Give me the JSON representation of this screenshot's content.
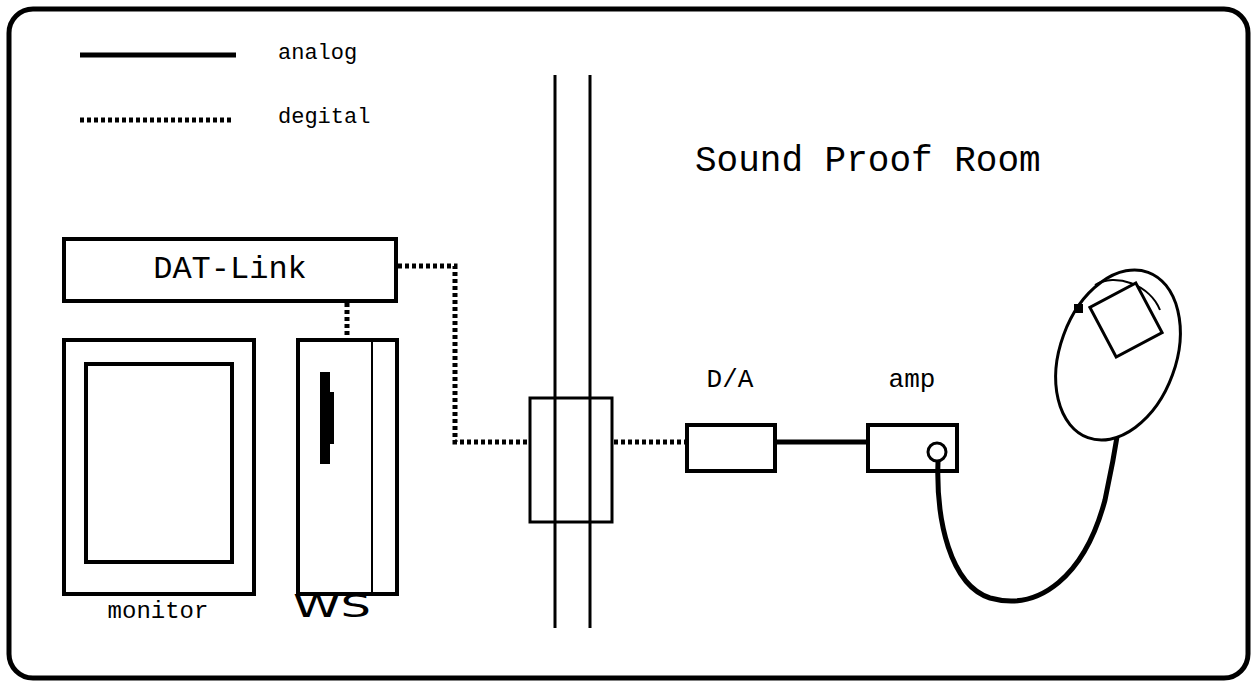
{
  "diagram": {
    "nodes": [
      {
        "text": [
          "DAT-Link"
        ]
      },
      {
        "text": [
          "monitor"
        ]
      },
      {
        "text": [
          "WS"
        ]
      },
      {
        "text": [
          "D/A"
        ]
      },
      {
        "text": [
          "amp"
        ]
      }
    ],
    "edges": [
      {
        "from": 0,
        "to": 2,
        "arrow": "none"
      },
      {
        "from": 0,
        "to": 3,
        "arrow": "none"
      },
      {
        "from": 3,
        "to": 4,
        "arrow": "none"
      }
    ],
    "labels": [
      "Sound Proof Room"
    ],
    "legend": [
      {
        "text": "analog"
      },
      {
        "text": "degital"
      }
    ]
  }
}
